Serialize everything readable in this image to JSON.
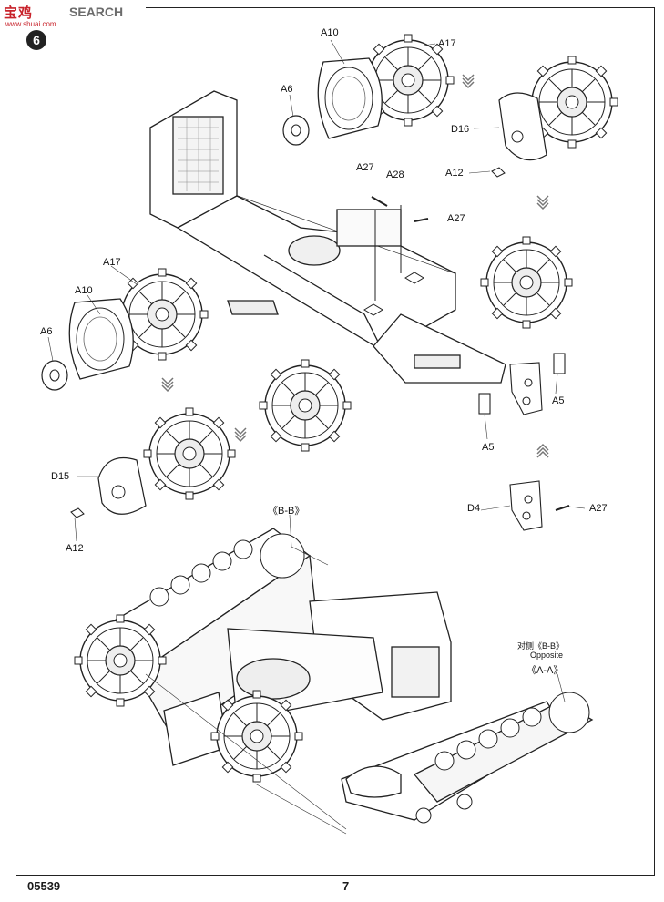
{
  "watermark": {
    "brand_cn": "宝鸡",
    "brand_en": "SEARCH",
    "url": "www.shuai.com"
  },
  "step": {
    "number": "6"
  },
  "labels": {
    "a10_top": "A10",
    "a17_top": "A17",
    "a6_top": "A6",
    "d16": "D16",
    "a12_right": "A12",
    "a27_top": "A27",
    "a28": "A28",
    "a27_mid": "A27",
    "a17_left": "A17",
    "a10_left": "A10",
    "a6_left": "A6",
    "a5_right": "A5",
    "a5_bottom": "A5",
    "d15": "D15",
    "a12_left": "A12",
    "d4": "D4",
    "a27_bottom": "A27"
  },
  "notes": {
    "bb_top": "《B-B》",
    "opposite_cn": "对侧《B-B》",
    "opposite_en": "Opposite",
    "aa": "《A-A》"
  },
  "footer": {
    "kit_code": "05539",
    "page_number": "7"
  }
}
